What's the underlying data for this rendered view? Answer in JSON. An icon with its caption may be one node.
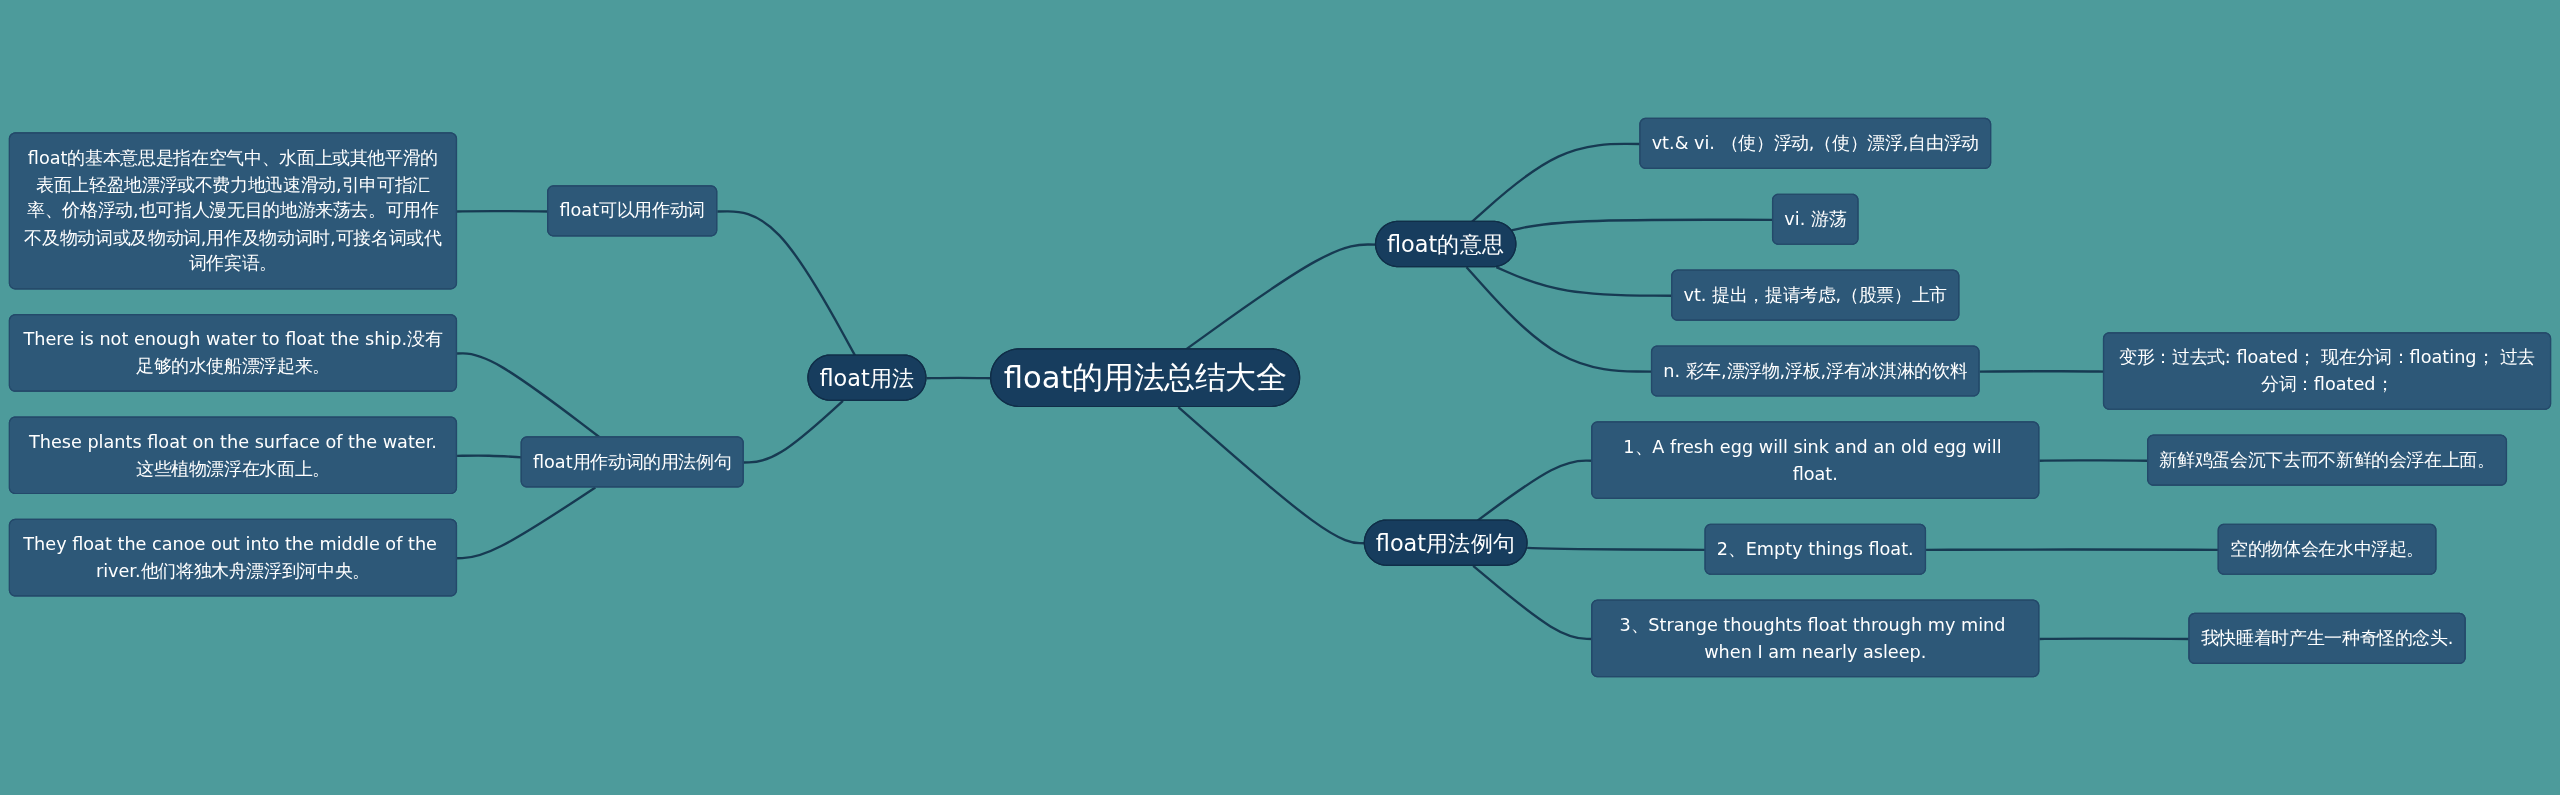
{
  "diagram": {
    "nodes": [
      {
        "text": [
          "float的用法总结大全"
        ]
      },
      {
        "text": [
          "float的意思"
        ]
      },
      {
        "text": [
          "vt.& vi. （使）浮动,（使）漂浮,自由浮动"
        ]
      },
      {
        "text": [
          "vi. 游荡"
        ]
      },
      {
        "text": [
          "vt. 提出，提请考虑,（股票）上市"
        ]
      },
      {
        "text": [
          "n. 彩车,漂浮物,浮板,浮有冰淇淋的饮料"
        ]
      },
      {
        "text": [
          "变形：过去式: floated； 现在分词：floating； 过去分词：floated；"
        ]
      },
      {
        "text": [
          "float用法例句"
        ]
      },
      {
        "text": [
          "1、A fresh egg will sink and an old egg will float."
        ]
      },
      {
        "text": [
          "新鲜鸡蛋会沉下去而不新鲜的会浮在上面。"
        ]
      },
      {
        "text": [
          "2、Empty things float."
        ]
      },
      {
        "text": [
          "空的物体会在水中浮起。"
        ]
      },
      {
        "text": [
          "3、Strange thoughts float through my mind when I am nearly asleep."
        ]
      },
      {
        "text": [
          "我快睡着时产生一种奇怪的念头."
        ]
      },
      {
        "text": [
          "float用法"
        ]
      },
      {
        "text": [
          "float可以用作动词"
        ]
      },
      {
        "text": [
          "float的基本意思是指在空气中、水面上或其他平滑的表面上轻盈地漂浮或不费力地迅速滑动,引申可指汇率、价格浮动,也可指人漫无目的地游来荡去。可用作不及物动词或及物动词,用作及物动词时,可接名词或代词作宾语。"
        ]
      },
      {
        "text": [
          "float用作动词的用法例句"
        ]
      },
      {
        "text": [
          "There is not enough water to float the ship.没有足够的水使船漂浮起来。"
        ]
      },
      {
        "text": [
          "These plants float on the surface of the water.这些植物漂浮在水面上。"
        ]
      },
      {
        "text": [
          "They float the canoe out into the middle of the river.他们将独木舟漂浮到河中央。"
        ]
      }
    ],
    "edges": [
      {
        "from": 0,
        "to": 1,
        "arrow": "none"
      },
      {
        "from": 1,
        "to": 2,
        "arrow": "none"
      },
      {
        "from": 1,
        "to": 3,
        "arrow": "none"
      },
      {
        "from": 1,
        "to": 4,
        "arrow": "none"
      },
      {
        "from": 1,
        "to": 5,
        "arrow": "none"
      },
      {
        "from": 5,
        "to": 6,
        "arrow": "none"
      },
      {
        "from": 0,
        "to": 7,
        "arrow": "none"
      },
      {
        "from": 7,
        "to": 8,
        "arrow": "none"
      },
      {
        "from": 8,
        "to": 9,
        "arrow": "none"
      },
      {
        "from": 7,
        "to": 10,
        "arrow": "none"
      },
      {
        "from": 10,
        "to": 11,
        "arrow": "none"
      },
      {
        "from": 7,
        "to": 12,
        "arrow": "none"
      },
      {
        "from": 12,
        "to": 13,
        "arrow": "none"
      },
      {
        "from": 14,
        "to": 0,
        "arrow": "none"
      },
      {
        "from": 15,
        "to": 14,
        "arrow": "none"
      },
      {
        "from": 16,
        "to": 15,
        "arrow": "none"
      },
      {
        "from": 17,
        "to": 14,
        "arrow": "none"
      },
      {
        "from": 18,
        "to": 17,
        "arrow": "none"
      },
      {
        "from": 19,
        "to": 17,
        "arrow": "none"
      },
      {
        "from": 20,
        "to": 17,
        "arrow": "none"
      }
    ]
  }
}
